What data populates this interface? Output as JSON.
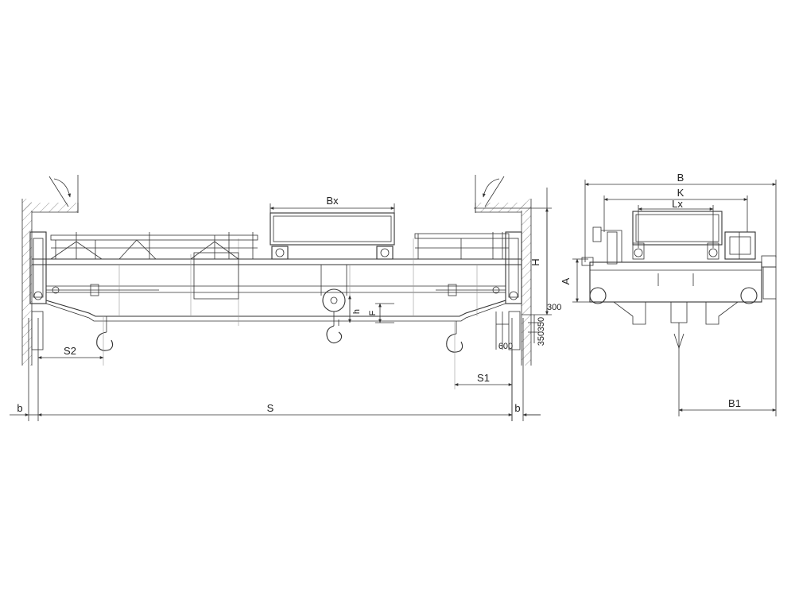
{
  "labels": {
    "bx": "Bx",
    "h_upper": "H",
    "h_lower": "h",
    "f": "F",
    "dim_300": "300",
    "dim_350a": "350",
    "dim_350b": "350",
    "dim_600": "600",
    "s": "S",
    "s1": "S1",
    "s2": "S2",
    "b_left": "b",
    "b_right": "b",
    "side_b": "B",
    "side_k": "K",
    "side_lx": "Lx",
    "side_a": "A",
    "side_b1": "B1"
  }
}
